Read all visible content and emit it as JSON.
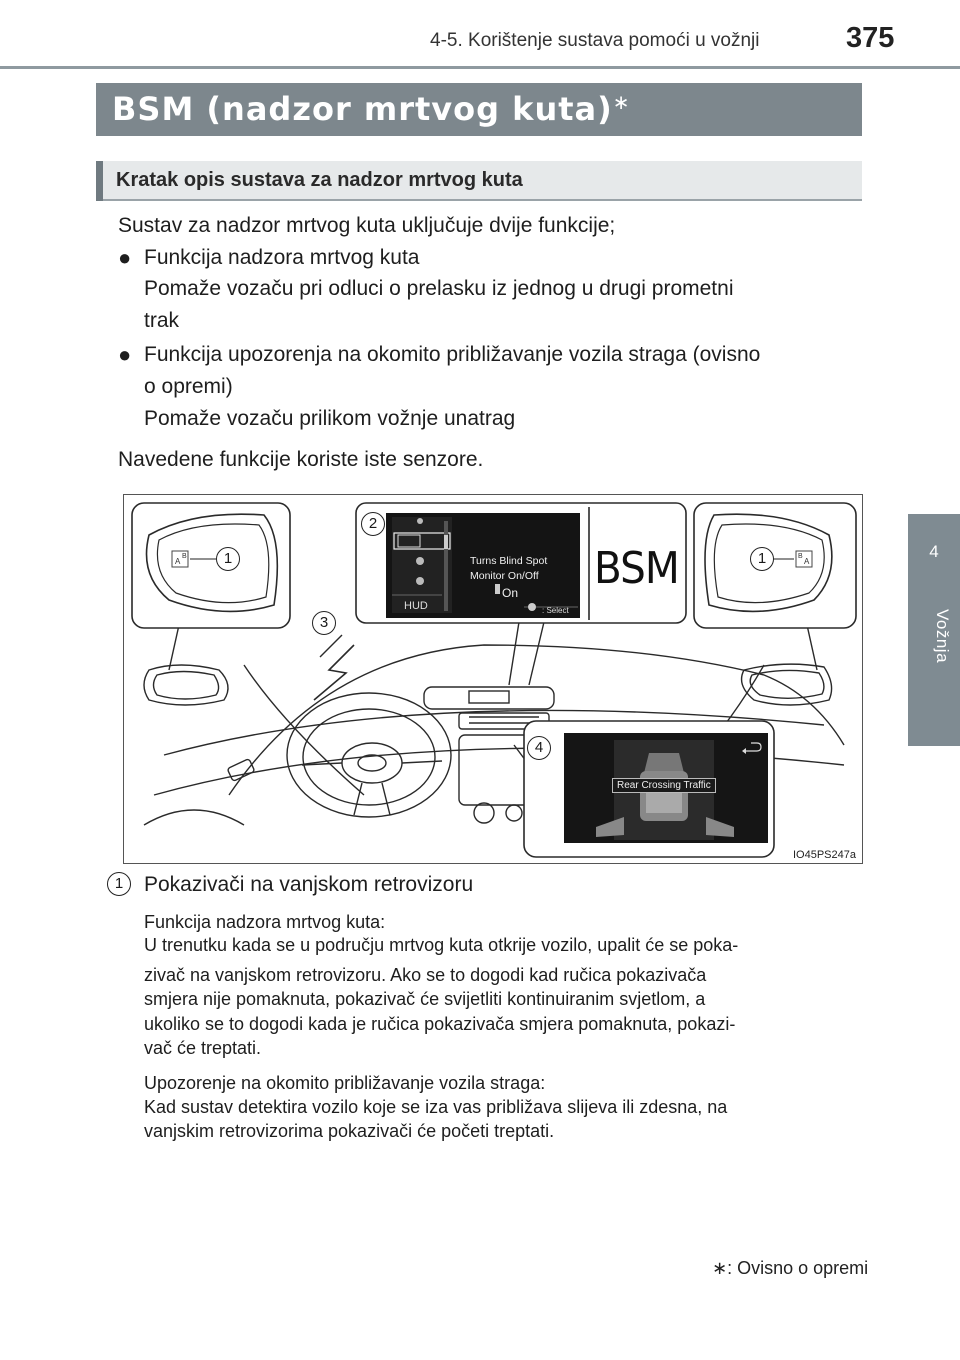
{
  "header": {
    "running_title": "4-5. Korištenje sustava pomoći u vožnji",
    "page_number": "375"
  },
  "side_tab": {
    "chapter_number": "4",
    "chapter_label": "Vožnja"
  },
  "section": {
    "title": "BSM (nadzor mrtvog kuta)",
    "title_marker": "∗"
  },
  "subsection": {
    "title": "Kratak opis sustava za nadzor mrtvog kuta"
  },
  "intro": {
    "line": "Sustav za nadzor mrtvog kuta uključuje dvije funkcije;",
    "bullets": [
      {
        "dot": "●",
        "title": "Funkcija nadzora mrtvog kuta",
        "line1": "Pomaže vozaču pri odluci o prelasku iz jednog u drugi prometni",
        "line2": "trak"
      },
      {
        "dot": "●",
        "title_line1": "Funkcija upozorenja na okomito približavanje vozila straga (ovisno",
        "title_line2": "o opremi)",
        "line1": "Pomaže vozaču prilikom vožnje unatrag"
      }
    ],
    "closing": "Navedene funkcije koriste iste senzore."
  },
  "figure": {
    "code": "IO45PS247a",
    "callouts": [
      "1",
      "2",
      "3",
      "4"
    ],
    "screen_menu": {
      "line1": "Turns Blind Spot",
      "line2": "Monitor On/Off",
      "state": "On",
      "hud": "HUD",
      "select": ": Select"
    },
    "bsm_label": "BSM",
    "rear_label": "Rear Crossing Traffic"
  },
  "items": [
    {
      "num": "1",
      "label": "Pokazivači na vanjskom retrovizoru",
      "para1_lines": [
        "Funkcija nadzora mrtvog kuta:",
        "U trenutku kada se u području mrtvog kuta otkrije vozilo, upalit će se poka-",
        "zivač na vanjskom retrovizoru. Ako se to dogodi kad ručica pokazivača",
        "smjera nije pomaknuta, pokazivač će svijetliti kontinuiranim svjetlom, a",
        "ukoliko se to dogodi kada je ručica pokazivača smjera pomaknuta, pokazi-",
        "vač će treptati."
      ],
      "para2_lines": [
        "Upozorenje na okomito približavanje vozila straga:",
        "Kad sustav detektira vozilo koje se iza vas približava slijeva ili zdesna, na",
        "vanjskim retrovizorima pokazivači će početi treptati."
      ]
    }
  ],
  "footnote": {
    "marker": "∗",
    "text": ": Ovisno o opremi"
  }
}
